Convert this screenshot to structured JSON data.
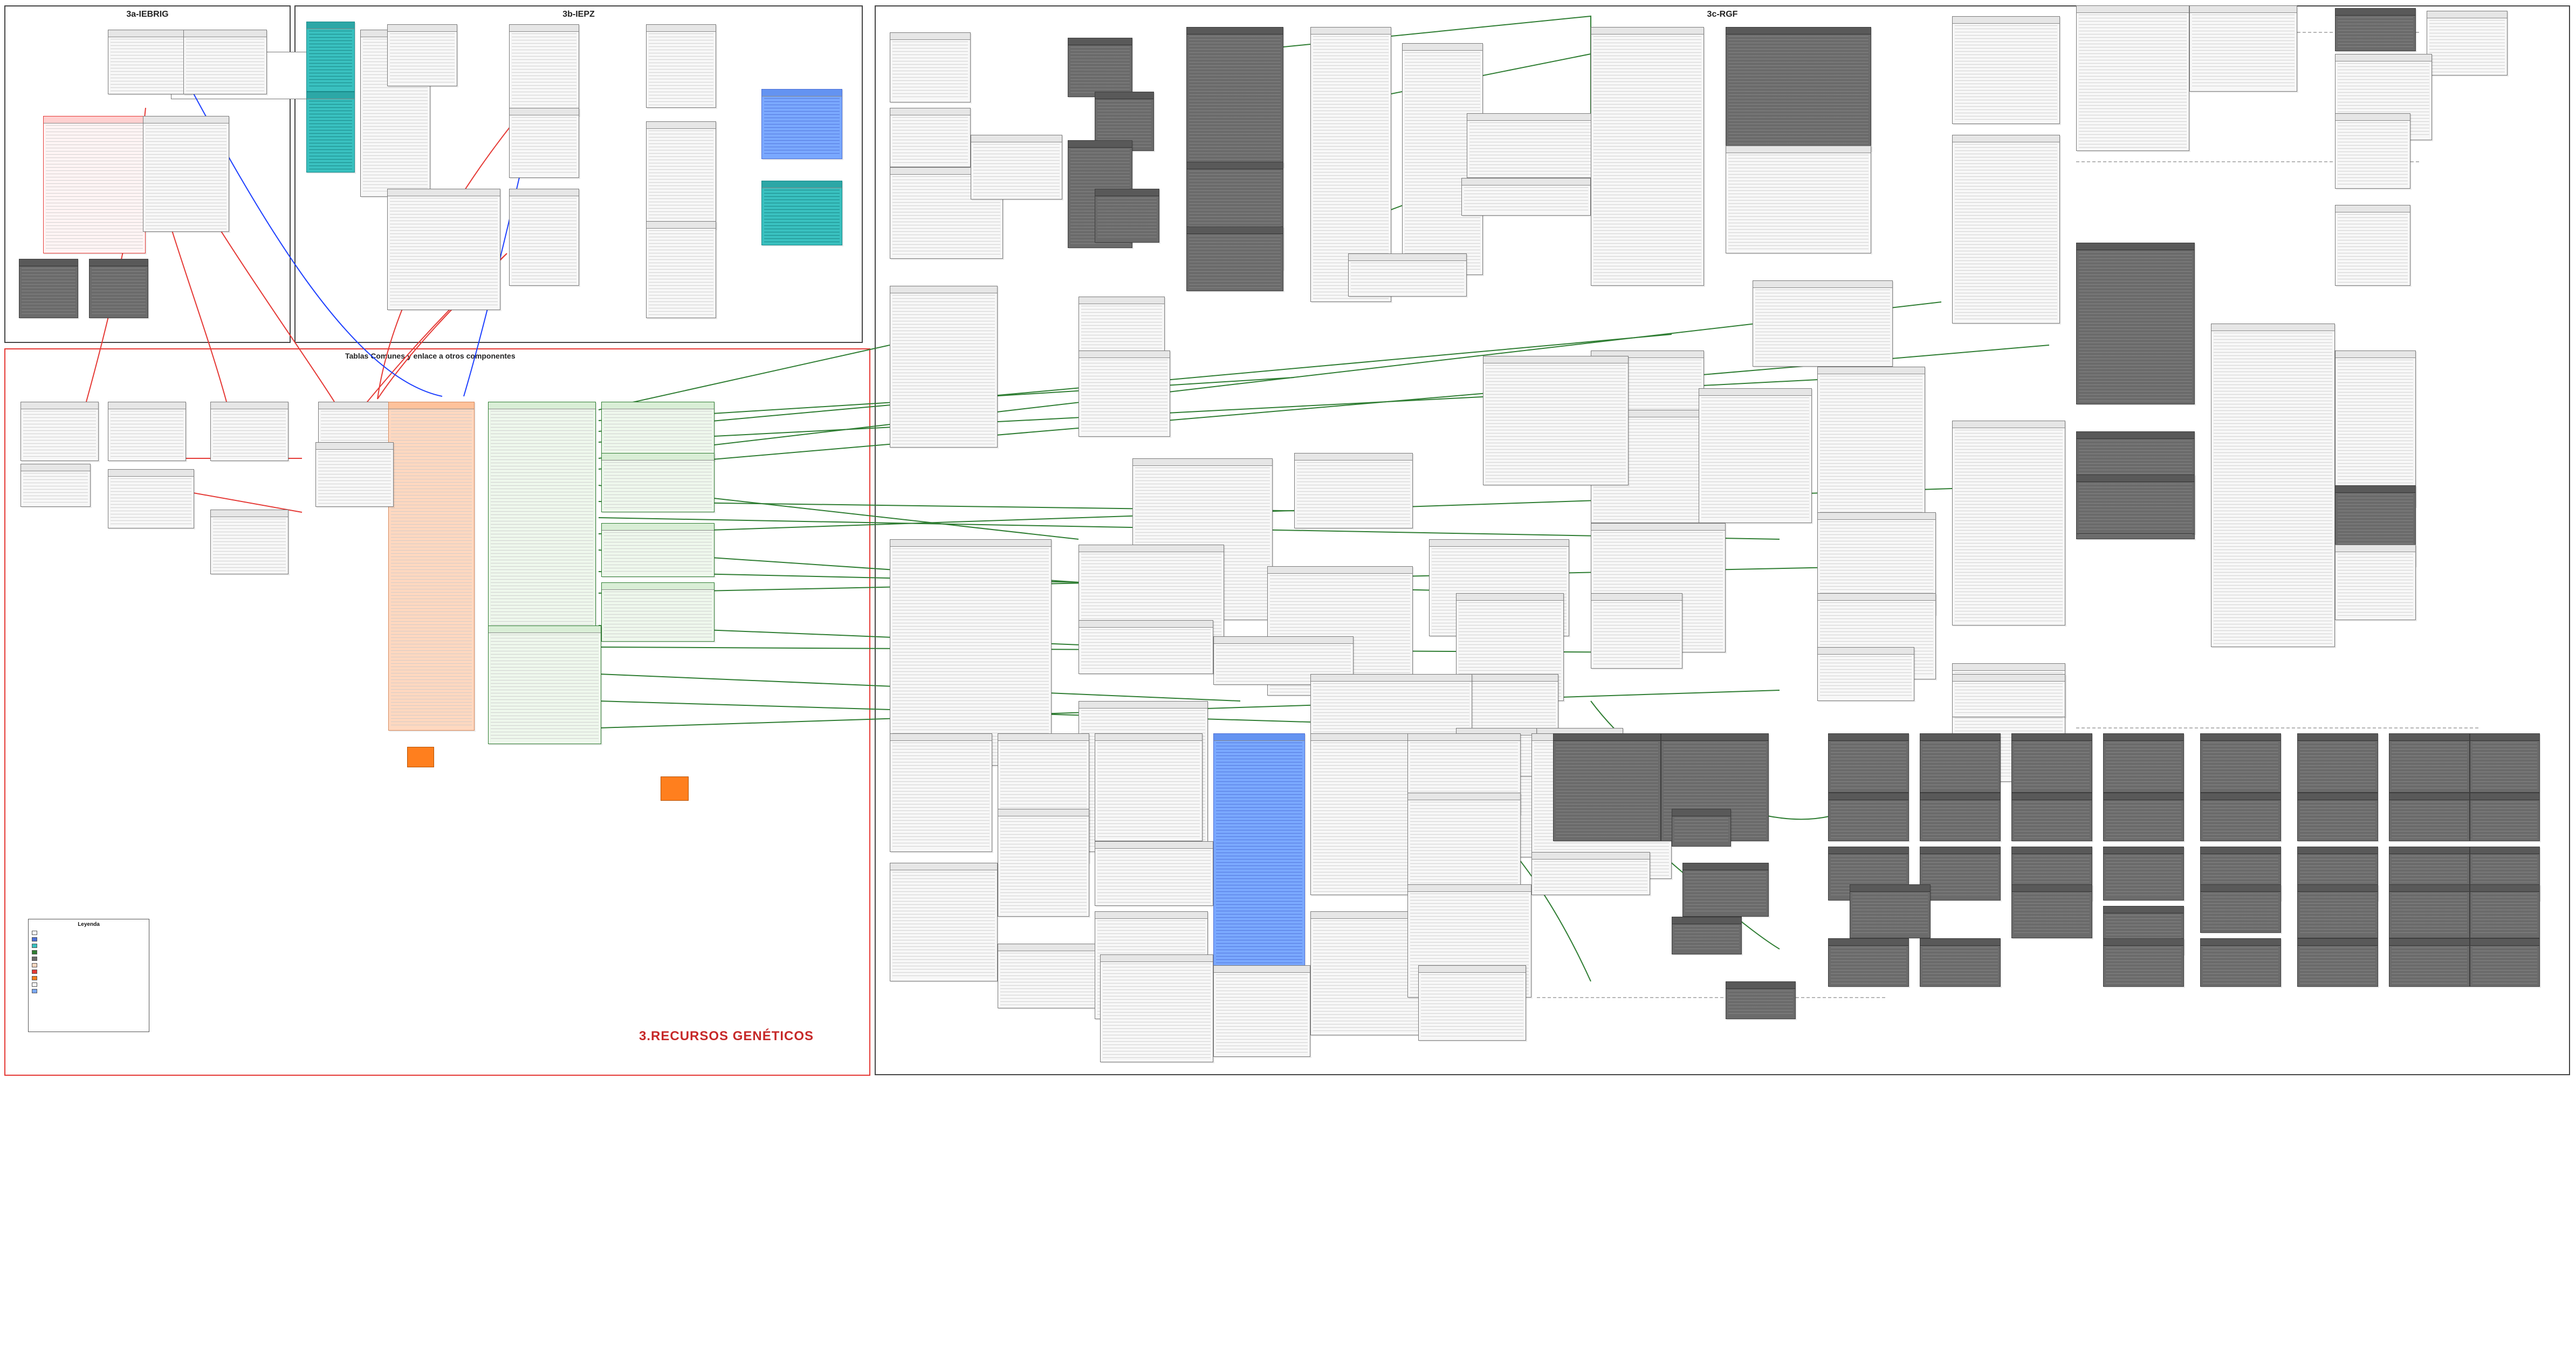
{
  "panels": {
    "left_title": "3a-IEBRIG",
    "center_title": "3b-IEPZ",
    "right_title": "3c-RGF",
    "middle_group_title": "Tablas Comunes y enlace a otros componentes"
  },
  "diagram_title": "3.RECURSOS GENÉTICOS",
  "description_text": "",
  "legend": {
    "title": "Leyenda",
    "items": [
      {
        "label": "",
        "color": "#ffffff"
      },
      {
        "label": "",
        "color": "#4c6fd6"
      },
      {
        "label": "",
        "color": "#39c0bf"
      },
      {
        "label": "",
        "color": "#2e7d32"
      },
      {
        "label": "",
        "color": "#6b6b6b"
      },
      {
        "label": "",
        "color": "#ffd8c0"
      },
      {
        "label": "",
        "color": "#e53935"
      },
      {
        "label": "",
        "color": "#ff7f1e"
      },
      {
        "label": "",
        "color": "#f7f7f7"
      },
      {
        "label": "",
        "color": "#7aa8ff"
      }
    ]
  },
  "notes": {
    "note_a": "",
    "note_b": ""
  },
  "footer": "",
  "colors": {
    "line_green": "#2e7d32",
    "line_red": "#e53935",
    "line_blue": "#1e40ff"
  },
  "entity_label": ""
}
